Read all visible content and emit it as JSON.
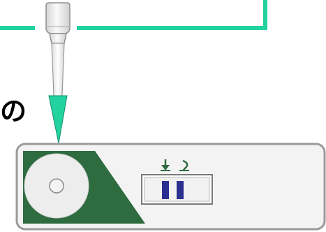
{
  "text": {
    "partial_char": "の"
  },
  "colors": {
    "accent_line": "#22d3a0",
    "cassette_green": "#2e6b3f",
    "band_blue": "#2b2f8f",
    "outline_gray": "#9a9a9a",
    "cassette_fill": "#f3f3f3",
    "dropper_fill": "#ececec"
  },
  "elements": {
    "dropper": "plastic-dropper-icon",
    "arrow_down": "arrow-down-icon",
    "cassette": "test-cassette",
    "sample_well": "sample-well",
    "result_window": "result-window",
    "test_marker": "test-line-marker-icon",
    "control_marker": "control-line-marker-icon"
  },
  "result": {
    "visible_bands": 2
  }
}
